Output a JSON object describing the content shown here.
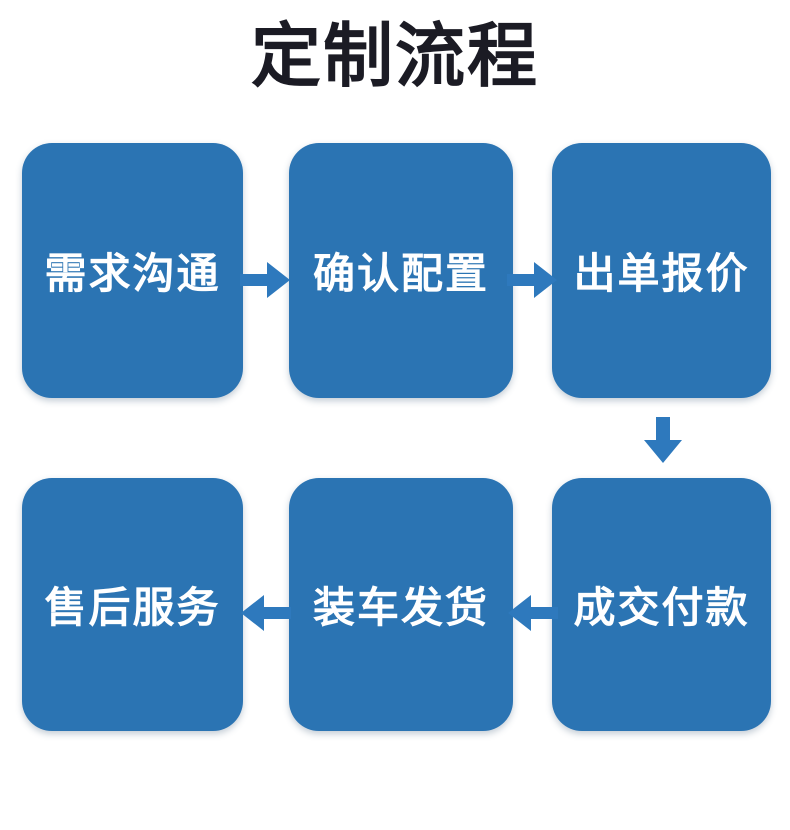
{
  "title": "定制流程",
  "colors": {
    "background": "#ffffff",
    "box_blue": "#2b74b3",
    "arrow_blue": "#2e79bd",
    "title_text": "#1b1b24",
    "box_text": "#ffffff"
  },
  "flow": {
    "steps": [
      {
        "order": 1,
        "label": "需求沟通"
      },
      {
        "order": 2,
        "label": "确认配置"
      },
      {
        "order": 3,
        "label": "出单报价"
      },
      {
        "order": 4,
        "label": "成交付款"
      },
      {
        "order": 5,
        "label": "装车发货"
      },
      {
        "order": 6,
        "label": "售后服务"
      }
    ],
    "arrows": [
      {
        "from": "需求沟通",
        "to": "确认配置",
        "direction": "right"
      },
      {
        "from": "确认配置",
        "to": "出单报价",
        "direction": "right"
      },
      {
        "from": "出单报价",
        "to": "成交付款",
        "direction": "down"
      },
      {
        "from": "成交付款",
        "to": "装车发货",
        "direction": "left"
      },
      {
        "from": "装车发货",
        "to": "售后服务",
        "direction": "left"
      }
    ]
  }
}
